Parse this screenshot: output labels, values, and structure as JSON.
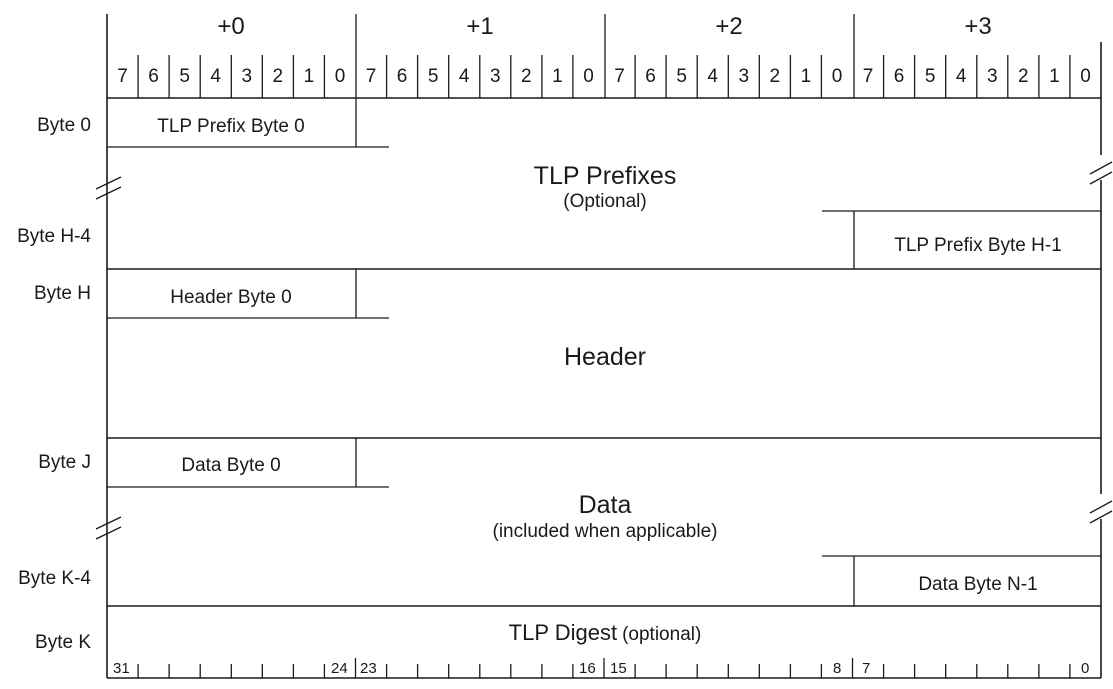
{
  "byte_offsets": [
    "+0",
    "+1",
    "+2",
    "+3"
  ],
  "bit_labels": [
    "7",
    "6",
    "5",
    "4",
    "3",
    "2",
    "1",
    "0"
  ],
  "row_labels": {
    "byte_0": "Byte 0",
    "byte_h_minus_4": "Byte H-4",
    "byte_h": "Byte H",
    "byte_j": "Byte J",
    "byte_k_minus_4": "Byte K-4",
    "byte_k": "Byte K"
  },
  "fields": {
    "tlp_prefix_byte_0": "TLP Prefix Byte 0",
    "tlp_prefixes_title": "TLP Prefixes",
    "tlp_prefixes_note": "(Optional)",
    "tlp_prefix_byte_h_1": "TLP Prefix Byte H-1",
    "header_byte_0": "Header Byte 0",
    "header_title": "Header",
    "data_byte_0": "Data Byte 0",
    "data_title": "Data",
    "data_note": "(included when applicable)",
    "data_byte_n_1": "Data Byte N-1",
    "tlp_digest": "TLP Digest",
    "tlp_digest_note": "(optional)"
  },
  "bit_scale": {
    "b31": "31",
    "b24": "24",
    "b23": "23",
    "b16": "16",
    "b15": "15",
    "b8": "8",
    "b7": "7",
    "b0": "0"
  }
}
